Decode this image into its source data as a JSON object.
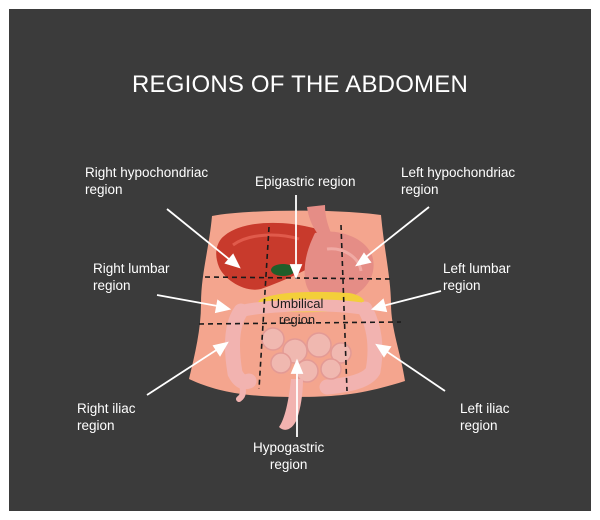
{
  "title": "REGIONS OF THE ABDOMEN",
  "regions": {
    "right_hypochondriac": [
      "Right hypochondriac",
      "region"
    ],
    "epigastric": [
      "Epigastric region"
    ],
    "left_hypochondriac": [
      "Left hypochondriac",
      "region"
    ],
    "right_lumbar": [
      "Right lumbar",
      "region"
    ],
    "umbilical": [
      "Umbilical",
      "region"
    ],
    "left_lumbar": [
      "Left lumbar",
      "region"
    ],
    "right_iliac": [
      "Right iliac",
      "region"
    ],
    "hypogastric": [
      "Hypogastric",
      "region"
    ],
    "left_iliac": [
      "Left iliac",
      "region"
    ]
  },
  "colors": {
    "background": "#3b3b3b",
    "frame": "#ffffff",
    "skin": "#f4a58e",
    "liver": "#c83a2c",
    "stomach": "#e58d86",
    "intestine": "#f2b3b0",
    "pancreas": "#f3cf3a",
    "gallbladder": "#1f5e2a"
  }
}
